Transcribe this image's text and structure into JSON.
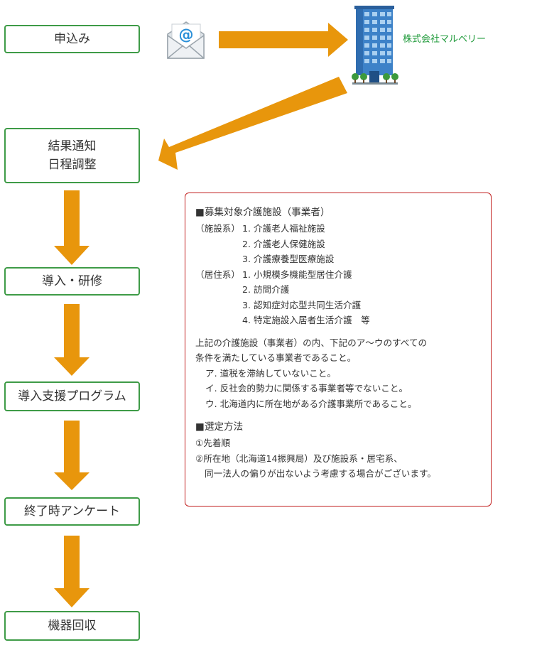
{
  "steps": {
    "apply": "申込み",
    "result": [
      "結果通知",
      "日程調整"
    ],
    "intro": "導入・研修",
    "support": "導入支援プログラム",
    "survey": "終了時アンケート",
    "collect": "機器回収"
  },
  "company": "株式会社マルベリー",
  "icons": {
    "mail": "@",
    "mail_icon": "envelope-at-icon",
    "building_icon": "office-building-icon"
  },
  "colors": {
    "green": "#3e9b47",
    "orange": "#e8960c",
    "red": "#c2201f",
    "company": "#1f9a3a"
  },
  "panel": {
    "heading": "■募集対象介護施設（事業者）",
    "facility_label": "（施設系）",
    "facility_items": [
      "1. 介護老人福祉施設",
      "2. 介護老人保健施設",
      "3. 介護療養型医療施設"
    ],
    "residential_label": "（居住系）",
    "residential_items": [
      "1. 小規模多機能型居住介護",
      "2. 訪問介護",
      "3. 認知症対応型共同生活介護",
      "4. 特定施設入居者生活介護　等"
    ],
    "conditions_intro": [
      "上記の介護施設（事業者）の内、下記のア～ウのすべての",
      "条件を満たしている事業者であること。"
    ],
    "conditions": [
      "ア. 道税を滞納していないこと。",
      "イ. 反社会的勢力に関係する事業者等でないこと。",
      "ウ. 北海道内に所在地がある介護事業所であること。"
    ],
    "selection_heading": "■選定方法",
    "selection_items": [
      "①先着順",
      "②所在地（北海道14振興局）及び施設系・居宅系、"
    ],
    "selection_cont": "同一法人の偏りが出ないよう考慮する場合がございます。"
  }
}
